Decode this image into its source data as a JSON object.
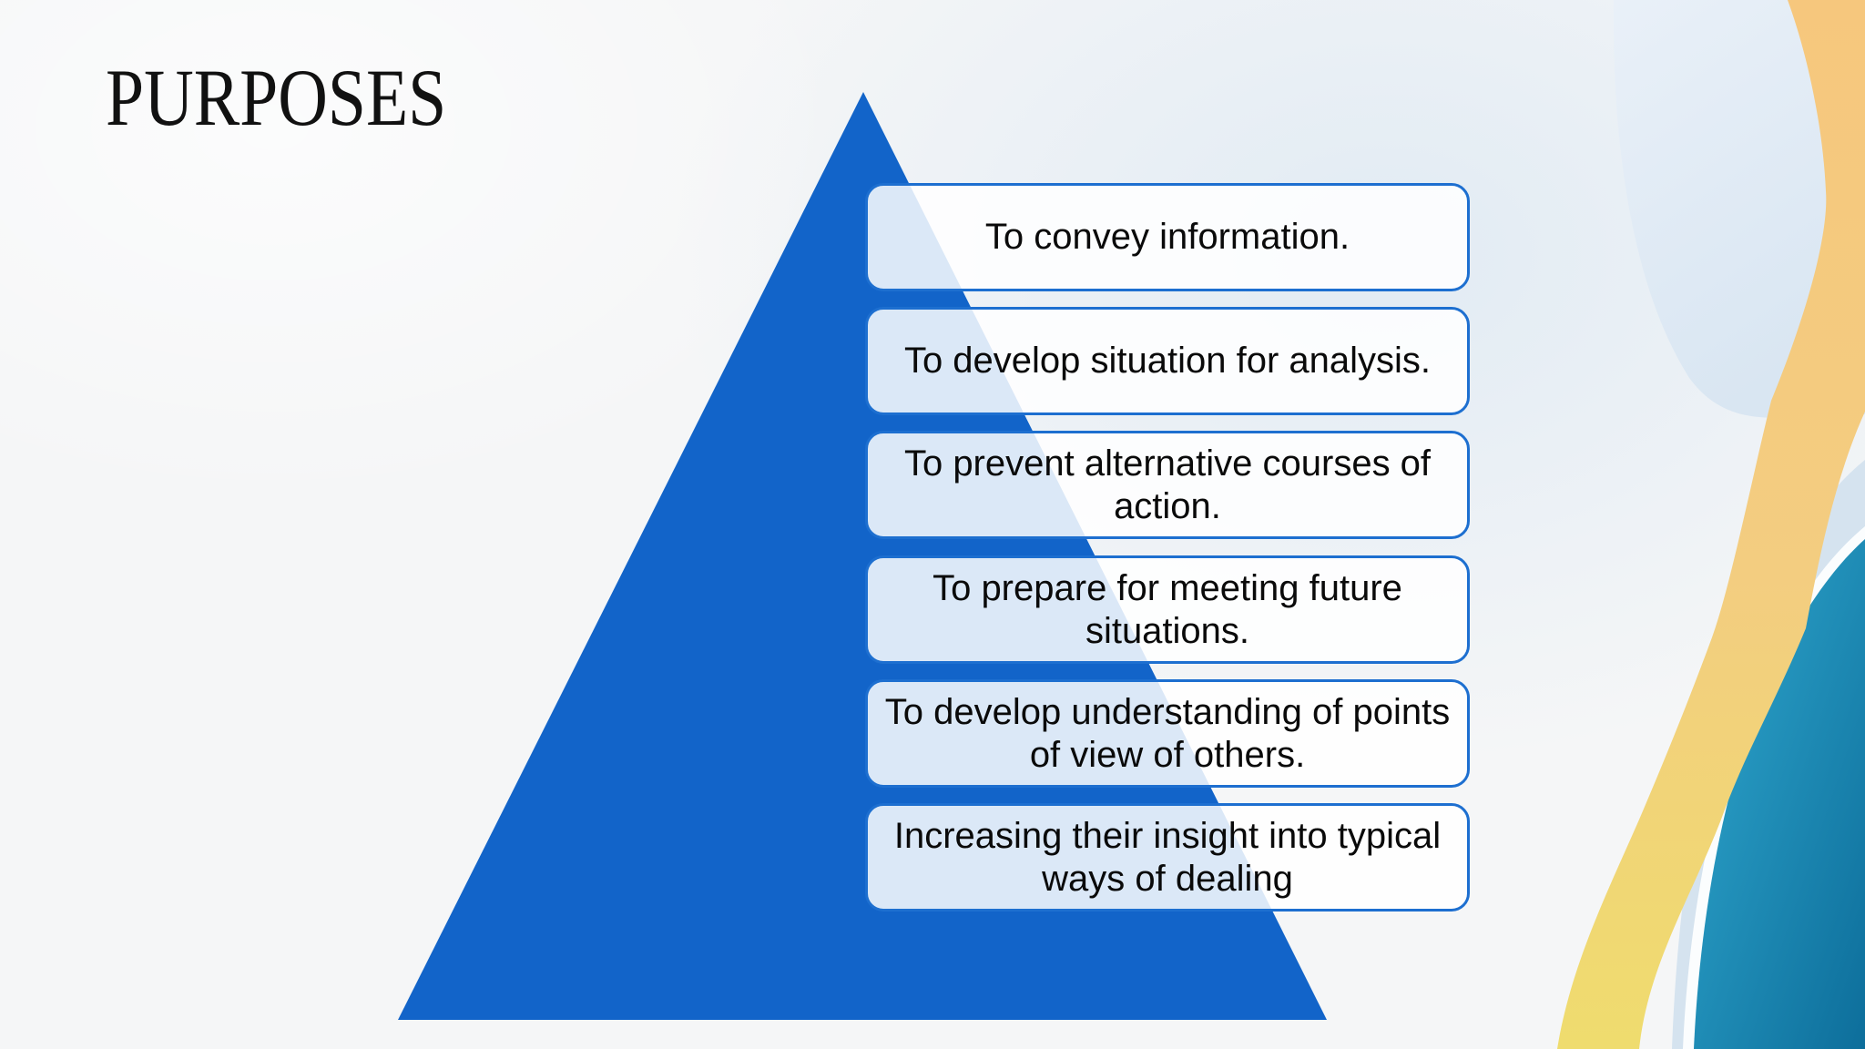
{
  "slide": {
    "title": "PURPOSES"
  },
  "pyramid": {
    "items": [
      {
        "text": "To convey information."
      },
      {
        "text": "To develop situation for analysis."
      },
      {
        "text": "To prevent alternative courses of action."
      },
      {
        "text": "To prepare for meeting future situations."
      },
      {
        "text": "To develop understanding of points of view of others."
      },
      {
        "text": "Increasing their insight into typical ways of dealing"
      }
    ]
  },
  "colors": {
    "background": "#f5f6f7",
    "title_text": "#111111",
    "box_text": "#0a0a0a",
    "triangle": "#1264c9",
    "box_border": "#1d6fd0",
    "box_fill": "rgba(255,255,255,0.85)",
    "band_pale_blue_top": "#d9e6f2",
    "band_pale_blue_top_light": "#e9f0f8",
    "band_orange_top": "#f6c77d",
    "band_orange_mid": "#f3cd80",
    "band_yellow_bottom": "#efdc6e",
    "band_pale_blue_lower": "#d5e3ef",
    "white_gap": "#fbfdfe",
    "teal_light": "#31aad0",
    "teal_dark": "#0d6e9b",
    "bg_wash": "#d1e2f1"
  }
}
